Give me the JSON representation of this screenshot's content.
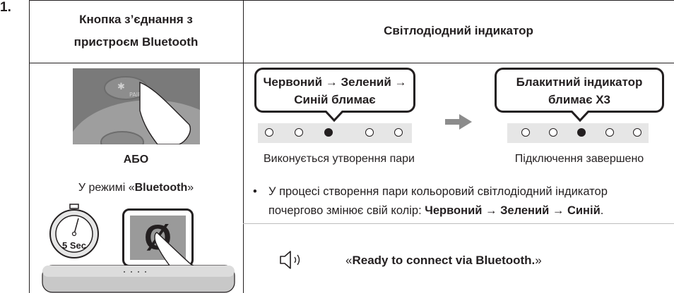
{
  "step_number": "1.",
  "table": {
    "col1_header_line1": "Кнопка з’єднання з",
    "col1_header_line2": "пристроєм Bluetooth",
    "col2_header": "Світлодіодний індикатор"
  },
  "left": {
    "or_label": "АБО",
    "mode_prefix": "У режимі «",
    "mode_name": "Bluetooth",
    "mode_suffix": "»",
    "timer_label": "5 Sec",
    "pair_button_label": "PAIR",
    "bluetooth_symbol": "✱",
    "pair_key_symbol": "Ø"
  },
  "led_left": {
    "bubble_line1": "Червоний → Зелений →",
    "bubble_line2": "Синій блимає",
    "caption": "Виконується утворення пари",
    "leds": [
      false,
      false,
      true,
      false,
      false
    ]
  },
  "led_right": {
    "bubble_line1": "Блакитний індикатор",
    "bubble_line2": "блимає X3",
    "caption": "Підключення завершено",
    "leds": [
      false,
      false,
      true,
      false,
      false
    ]
  },
  "note": {
    "bullet": "•",
    "text1": "У процесі створення пари кольоровий світлодіодний індикатор",
    "text2": "почергово змінює свій колір: ",
    "c1": "Червоний",
    "arrow1": " → ",
    "c2": "Зелений",
    "arrow2": " → ",
    "c3": "Синій",
    "end": "."
  },
  "voice": {
    "open_quote": "«",
    "text": "Ready to connect via Bluetooth.",
    "close_quote": "»",
    "icon": "speaker-icon"
  },
  "colors": {
    "line": "#231f20",
    "led_strip": "#e6e6e6",
    "arrow": "#8c8c8c",
    "photo": "#7a7a7a"
  }
}
